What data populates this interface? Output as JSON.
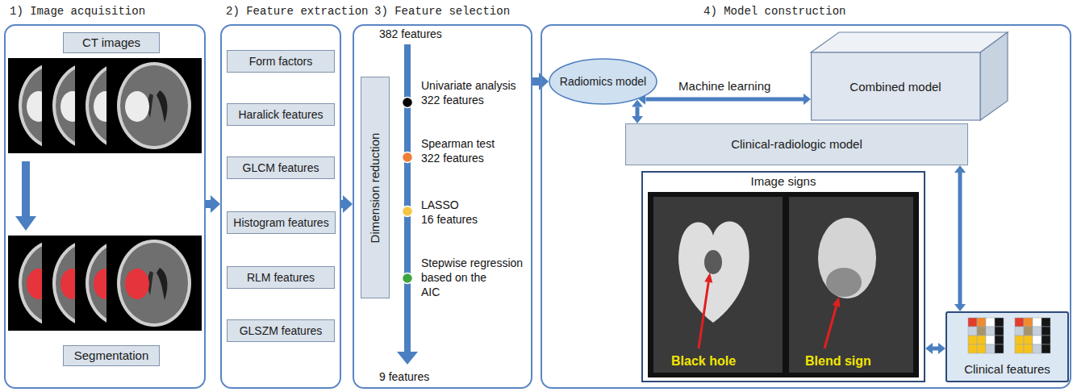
{
  "diagram": {
    "nodes": [
      {
        "text": [
          "1) Image acquisition"
        ]
      },
      {
        "text": [
          "CT images"
        ],
        "in": 0
      },
      {
        "text": [
          "Segmentation"
        ],
        "in": 0
      },
      {
        "text": [
          "2) Feature extraction"
        ]
      },
      {
        "text": [
          "Form factors"
        ],
        "in": 3
      },
      {
        "text": [
          "Haralick features"
        ],
        "in": 3
      },
      {
        "text": [
          "GLCM features"
        ],
        "in": 3
      },
      {
        "text": [
          "Histogram features"
        ],
        "in": 3
      },
      {
        "text": [
          "RLM features"
        ],
        "in": 3
      },
      {
        "text": [
          "GLSZM features"
        ],
        "in": 3
      },
      {
        "text": [
          "3) Feature selection"
        ]
      },
      {
        "text": [
          "Dimension reduction"
        ],
        "in": 10
      },
      {
        "text": [
          "4) Model construction"
        ]
      },
      {
        "text": [
          "Radiomics model"
        ],
        "in": 12
      },
      {
        "text": [
          "Combined model"
        ],
        "in": 12
      },
      {
        "text": [
          "Clinical-radiologic model"
        ],
        "in": 12
      },
      {
        "text": [
          "Image signs"
        ],
        "in": 12
      },
      {
        "text": [
          "Clinical features"
        ],
        "in": 12
      }
    ],
    "edges": [
      {
        "from": 0,
        "to": 3,
        "arrow": "to"
      },
      {
        "from": 3,
        "to": 10,
        "arrow": "to"
      },
      {
        "from": 10,
        "to": 13,
        "arrow": "to"
      },
      {
        "from": 13,
        "to": 14,
        "label": "Machine learning",
        "arrow": "both"
      },
      {
        "from": 13,
        "to": 15,
        "arrow": "both"
      },
      {
        "from": 15,
        "to": 17,
        "arrow": "both"
      },
      {
        "from": 16,
        "to": 17,
        "arrow": "both"
      }
    ],
    "labels": [
      "382 features",
      "Univariate analysis",
      "322 features",
      "Spearman test",
      "322 features",
      "LASSO",
      "16 features",
      "Stepwise regression",
      "based on the",
      "AIC",
      "9 features",
      "Black hole",
      "Blend sign"
    ]
  }
}
